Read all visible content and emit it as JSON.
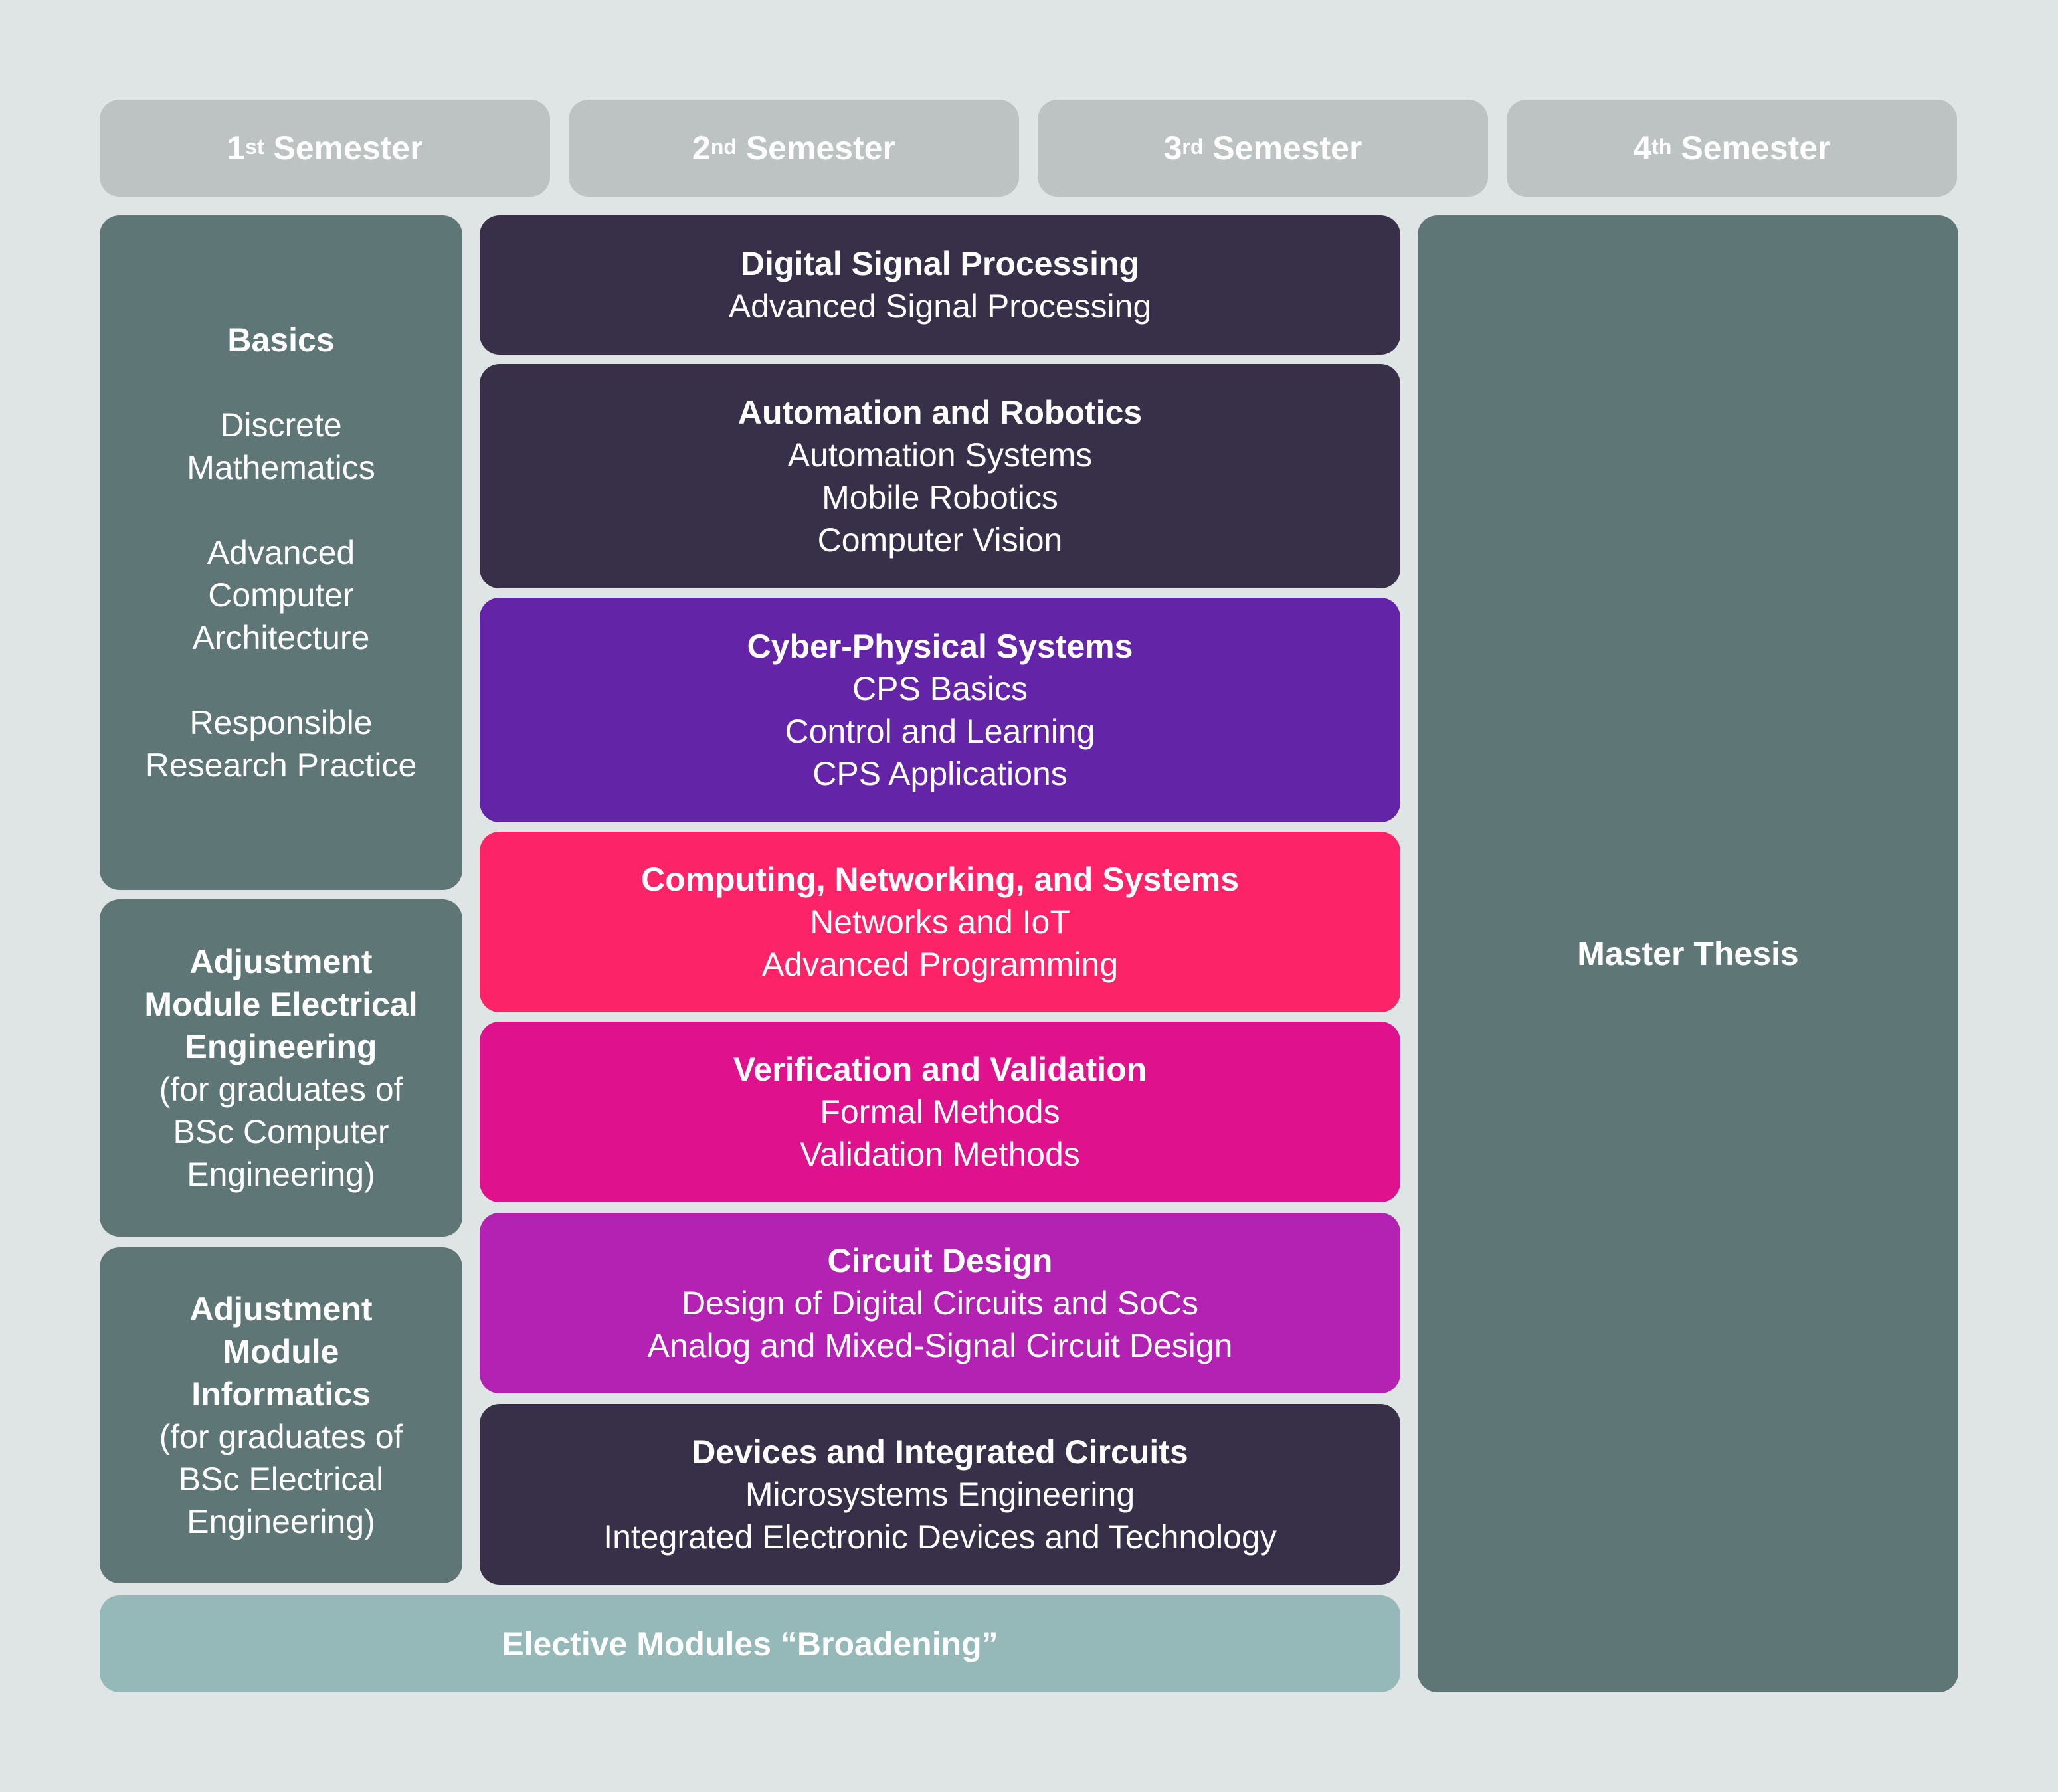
{
  "semesters": [
    {
      "num": "1",
      "sup": "st",
      "label": "Semester"
    },
    {
      "num": "2",
      "sup": "nd",
      "label": "Semester"
    },
    {
      "num": "3",
      "sup": "rd",
      "label": "Semester"
    },
    {
      "num": "4",
      "sup": "th",
      "label": "Semester"
    }
  ],
  "basics": {
    "title": "Basics",
    "items": [
      {
        "lines": [
          "Discrete",
          "Mathematics"
        ]
      },
      {
        "lines": [
          "Advanced",
          "Computer",
          "Architecture"
        ]
      },
      {
        "lines": [
          "Responsible",
          "Research Practice"
        ]
      }
    ]
  },
  "adjustment_ee": {
    "title_lines": [
      "Adjustment",
      "Module Electrical",
      "Engineering"
    ],
    "note_lines": [
      "(for graduates of",
      "BSc Computer",
      "Engineering)"
    ]
  },
  "adjustment_inf": {
    "title_lines": [
      "Adjustment",
      "Module",
      "Informatics"
    ],
    "note_lines": [
      "(for graduates of",
      "BSc Electrical",
      "Engineering)"
    ]
  },
  "modules": [
    {
      "title": "Digital Signal Processing",
      "items": [
        "Advanced Signal Processing"
      ],
      "color": "#383048"
    },
    {
      "title": "Automation and Robotics",
      "items": [
        "Automation Systems",
        "Mobile Robotics",
        "Computer Vision"
      ],
      "color": "#383048"
    },
    {
      "title": "Cyber-Physical Systems",
      "items": [
        "CPS Basics",
        "Control and Learning",
        "CPS Applications"
      ],
      "color": "#6324a8"
    },
    {
      "title": "Computing, Networking, and Systems",
      "items": [
        "Networks and IoT",
        "Advanced Programming"
      ],
      "color": "#fd2368"
    },
    {
      "title": "Verification and Validation",
      "items": [
        "Formal Methods",
        "Validation Methods"
      ],
      "color": "#df118d"
    },
    {
      "title": "Circuit Design",
      "items": [
        "Design of Digital Circuits and SoCs",
        "Analog and Mixed-Signal Circuit Design"
      ],
      "color": "#b322b2"
    },
    {
      "title": "Devices and Integrated Circuits",
      "items": [
        "Microsystems Engineering",
        "Integrated Electronic Devices and Technology"
      ],
      "color": "#383048"
    }
  ],
  "elective": {
    "label": "Elective Modules “Broadening”"
  },
  "thesis": {
    "label": "Master Thesis"
  }
}
